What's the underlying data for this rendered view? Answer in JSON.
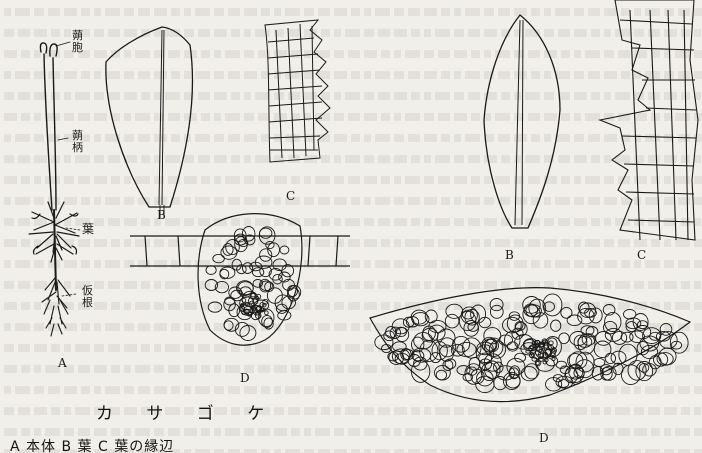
{
  "colors": {
    "paper": "#f1efea",
    "ink": "#1a1a1a",
    "bleed": "#c9c6bf"
  },
  "labels": {
    "capsule": "蒴胞",
    "seta": "蒴柄",
    "leaf": "葉",
    "rhizoid": "仮根",
    "a": "A",
    "b1": "B",
    "c1": "C",
    "d1": "D",
    "b2": "B",
    "c2": "C",
    "d2": "D"
  },
  "caption": {
    "title": "カ サ ゴ ケ",
    "legend": "A 本体 B 葉 C 葉の縁辺"
  }
}
